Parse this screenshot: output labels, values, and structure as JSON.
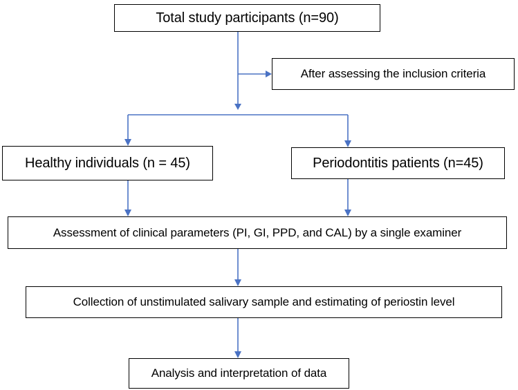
{
  "flowchart": {
    "total": "Total study participants (n=90)",
    "inclusion": "After assessing the inclusion criteria",
    "healthy": "Healthy individuals (n = 45)",
    "periodontitis": "Periodontitis patients (n=45)",
    "assessment": "Assessment of clinical parameters (PI, GI, PPD, and CAL) by a single examiner",
    "collection": "Collection of unstimulated salivary sample and estimating of periostin level",
    "analysis": "Analysis and interpretation of data"
  },
  "colors": {
    "arrow": "#4a72c4",
    "box_border": "#000000"
  }
}
